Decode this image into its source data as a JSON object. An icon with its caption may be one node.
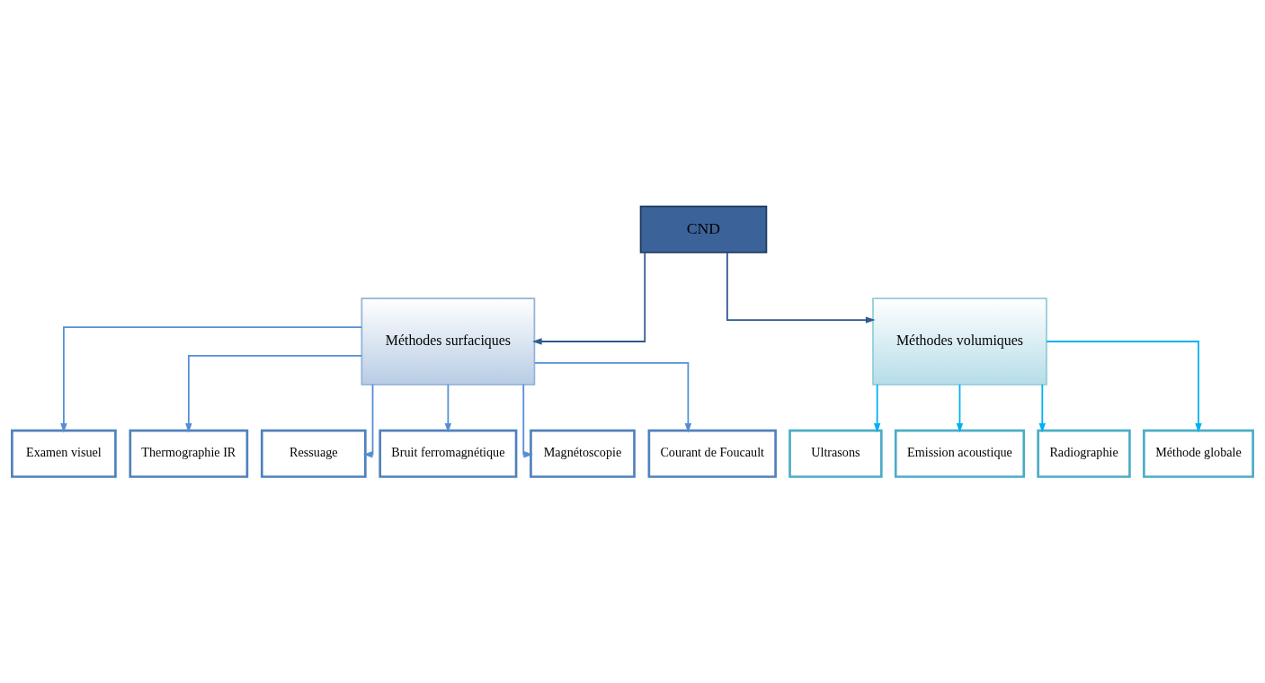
{
  "diagram": {
    "nodes": [
      {
        "text": [
          "CND"
        ]
      },
      {
        "text": [
          "Méthodes surfaciques"
        ]
      },
      {
        "text": [
          "Méthodes volumiques"
        ]
      },
      {
        "text": [
          "Examen visuel"
        ]
      },
      {
        "text": [
          "Thermographie IR"
        ]
      },
      {
        "text": [
          "Ressuage"
        ]
      },
      {
        "text": [
          "Bruit ferromagnétique"
        ]
      },
      {
        "text": [
          "Magnétoscopie"
        ]
      },
      {
        "text": [
          "Courant de Foucault"
        ]
      },
      {
        "text": [
          "Ultrasons"
        ]
      },
      {
        "text": [
          "Emission acoustique"
        ]
      },
      {
        "text": [
          "Radiographie"
        ]
      },
      {
        "text": [
          "Méthode globale"
        ]
      }
    ],
    "edges": [
      {
        "from": 0,
        "to": 1,
        "arrow": "to",
        "color": "#2f5a8f"
      },
      {
        "from": 0,
        "to": 2,
        "arrow": "to",
        "color": "#2f5a8f"
      },
      {
        "from": 1,
        "to": 3,
        "arrow": "to"
      },
      {
        "from": 1,
        "to": 4,
        "arrow": "to"
      },
      {
        "from": 1,
        "to": 5,
        "arrow": "to"
      },
      {
        "from": 1,
        "to": 6,
        "arrow": "to"
      },
      {
        "from": 1,
        "to": 7,
        "arrow": "to"
      },
      {
        "from": 1,
        "to": 8,
        "arrow": "to"
      },
      {
        "from": 2,
        "to": 9,
        "arrow": "to",
        "color": "#00b0f0"
      },
      {
        "from": 2,
        "to": 10,
        "arrow": "to",
        "color": "#00b0f0"
      },
      {
        "from": 2,
        "to": 11,
        "arrow": "to",
        "color": "#00b0f0"
      },
      {
        "from": 2,
        "to": 12,
        "arrow": "to",
        "color": "#00b0f0"
      }
    ]
  }
}
